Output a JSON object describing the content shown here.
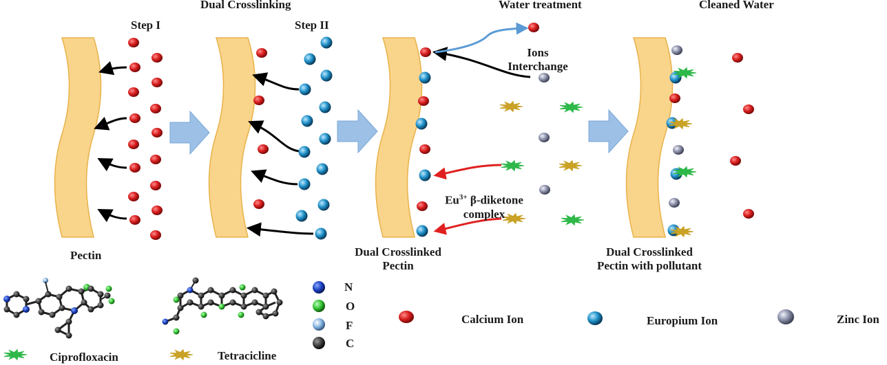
{
  "headings": {
    "dual_crosslinking": "Dual Crosslinking",
    "water_treatment": "Water treatment",
    "cleaned_water": "Cleaned Water",
    "step_1": "Step I",
    "step_2": "Step II"
  },
  "panel_labels": {
    "pectin": "Pectin",
    "dual_crosslinked_line1": "Dual Crosslinked",
    "dual_crosslinked_line2": "Pectin",
    "with_pollutant_line1": "Dual Crosslinked",
    "with_pollutant_line2": "Pectin with pollutant"
  },
  "process_labels": {
    "ions_line1": "Ions",
    "ions_line2": "Interchange",
    "complex_prefix": "Eu",
    "complex_sup": "3+",
    "complex_suffix": " β-diketone",
    "complex_line2": "complex"
  },
  "atom_legend": [
    {
      "symbol": "N",
      "color": "#1a3fbf"
    },
    {
      "symbol": "O",
      "color": "#2fbf2f"
    },
    {
      "symbol": "F",
      "color": "#7fb0e0"
    },
    {
      "symbol": "C",
      "color": "#3a3a3a"
    }
  ],
  "ion_legend": {
    "calcium": "Calcium Ion",
    "europium": "Europium Ion",
    "zinc": "Zinc Ion"
  },
  "pollutant_legend": {
    "ciprofloxacin": "Ciprofloxacin",
    "tetracycline": "Tetracicline"
  },
  "colors": {
    "pectin_fill": "#f9d48b",
    "pectin_stroke": "#e8b24a",
    "calcium": "#d81e1e",
    "europium": "#1e90c8",
    "zinc": "#8a8fa8",
    "ciprofloxacin": "#2fb84a",
    "tetracycline": "#c9a227",
    "arrow_block": "#9cc0e6",
    "red_arrow": "#e02020",
    "blue_arrow": "#5b9bd5"
  }
}
